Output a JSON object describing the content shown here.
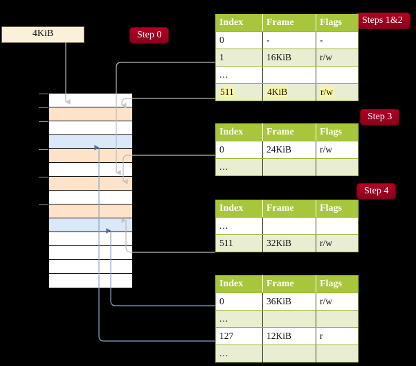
{
  "diagram": {
    "title_labels": {
      "step0": "Step 0",
      "steps12": "Steps 1&2",
      "step3": "Step 3",
      "step4": "Step 4"
    },
    "frame_box": {
      "label": "4KiB"
    },
    "colors": {
      "badge_red": "#9e0020",
      "table_header_green": "#a8c63c",
      "table_alt_row": "#e9eed2",
      "highlight_yellow": "#fbf4a0",
      "frame_box_cream": "#fbf0d9",
      "mem_orange": "#fde3ca",
      "mem_blue": "#dbe8f7",
      "wire_gray": "#b8b8b8",
      "wire_blue": "#7d9cc4",
      "background": "#000000"
    },
    "columns": [
      "Index",
      "Frame",
      "Flags"
    ],
    "tables": [
      {
        "id": "level4-table",
        "rows": [
          {
            "index": "0",
            "frame": "-",
            "flags": "-",
            "alt": false,
            "highlight": false
          },
          {
            "index": "1",
            "frame": "16KiB",
            "flags": "r/w",
            "alt": true,
            "highlight": false
          },
          {
            "index": "...",
            "frame": "",
            "flags": "",
            "alt": false,
            "highlight": false
          },
          {
            "index": "511",
            "frame": "4KiB",
            "flags": "r/w",
            "alt": true,
            "highlight": true
          }
        ]
      },
      {
        "id": "level3-table",
        "rows": [
          {
            "index": "0",
            "frame": "24KiB",
            "flags": "r/w",
            "alt": false,
            "highlight": false
          },
          {
            "index": "...",
            "frame": "",
            "flags": "",
            "alt": true,
            "highlight": false
          }
        ]
      },
      {
        "id": "level2-table",
        "rows": [
          {
            "index": "...",
            "frame": "",
            "flags": "",
            "alt": false,
            "highlight": false
          },
          {
            "index": "511",
            "frame": "32KiB",
            "flags": "r/w",
            "alt": true,
            "highlight": false
          }
        ]
      },
      {
        "id": "level1-table",
        "rows": [
          {
            "index": "0",
            "frame": "36KiB",
            "flags": "r/w",
            "alt": false,
            "highlight": false
          },
          {
            "index": "...",
            "frame": "",
            "flags": "",
            "alt": true,
            "highlight": false
          },
          {
            "index": "127",
            "frame": "12KiB",
            "flags": "r",
            "alt": false,
            "highlight": false
          },
          {
            "index": "...",
            "frame": "",
            "flags": "",
            "alt": true,
            "highlight": false
          }
        ]
      }
    ],
    "memory_column": {
      "rows": [
        {
          "fill": "white"
        },
        {
          "fill": "orange"
        },
        {
          "fill": "white"
        },
        {
          "fill": "blue"
        },
        {
          "fill": "orange"
        },
        {
          "fill": "white"
        },
        {
          "fill": "orange"
        },
        {
          "fill": "white"
        },
        {
          "fill": "orange"
        },
        {
          "fill": "blue"
        },
        {
          "fill": "white"
        },
        {
          "fill": "white"
        },
        {
          "fill": "white"
        },
        {
          "fill": "white"
        }
      ]
    }
  }
}
